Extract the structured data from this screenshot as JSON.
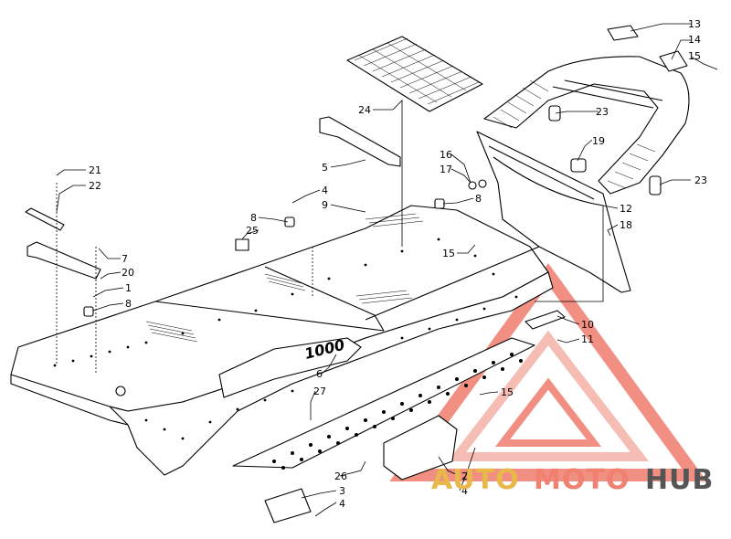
{
  "diagram": {
    "callouts": [
      {
        "id": "c13",
        "label": "13"
      },
      {
        "id": "c14",
        "label": "14"
      },
      {
        "id": "c15a",
        "label": "15"
      },
      {
        "id": "c24",
        "label": "24"
      },
      {
        "id": "c23a",
        "label": "23"
      },
      {
        "id": "c19",
        "label": "19"
      },
      {
        "id": "c16",
        "label": "16"
      },
      {
        "id": "c17",
        "label": "17"
      },
      {
        "id": "c23b",
        "label": "23"
      },
      {
        "id": "c5",
        "label": "5"
      },
      {
        "id": "c21",
        "label": "21"
      },
      {
        "id": "c22",
        "label": "22"
      },
      {
        "id": "c4a",
        "label": "4"
      },
      {
        "id": "c9",
        "label": "9"
      },
      {
        "id": "c8a",
        "label": "8"
      },
      {
        "id": "c8b",
        "label": "8"
      },
      {
        "id": "c25",
        "label": "25"
      },
      {
        "id": "c12",
        "label": "12"
      },
      {
        "id": "c18",
        "label": "18"
      },
      {
        "id": "c7",
        "label": "7"
      },
      {
        "id": "c15b",
        "label": "15"
      },
      {
        "id": "c20",
        "label": "20"
      },
      {
        "id": "c1",
        "label": "1"
      },
      {
        "id": "c8c",
        "label": "8"
      },
      {
        "id": "c10",
        "label": "10"
      },
      {
        "id": "c11",
        "label": "11"
      },
      {
        "id": "c6",
        "label": "6"
      },
      {
        "id": "c15c",
        "label": "15"
      },
      {
        "id": "c27",
        "label": "27"
      },
      {
        "id": "c26",
        "label": "26"
      },
      {
        "id": "c2",
        "label": "2"
      },
      {
        "id": "c4b",
        "label": "4"
      },
      {
        "id": "c3",
        "label": "3"
      },
      {
        "id": "c4c",
        "label": "4"
      }
    ],
    "decal_text": "1000"
  },
  "watermark": {
    "part1": "AUTO",
    "part2": "MOTO",
    "part3": "HUB",
    "color_primary": "#f08070",
    "color_secondary": "#e8a0a0",
    "color_dark": "#555555",
    "color_gold": "#e8b84a"
  }
}
